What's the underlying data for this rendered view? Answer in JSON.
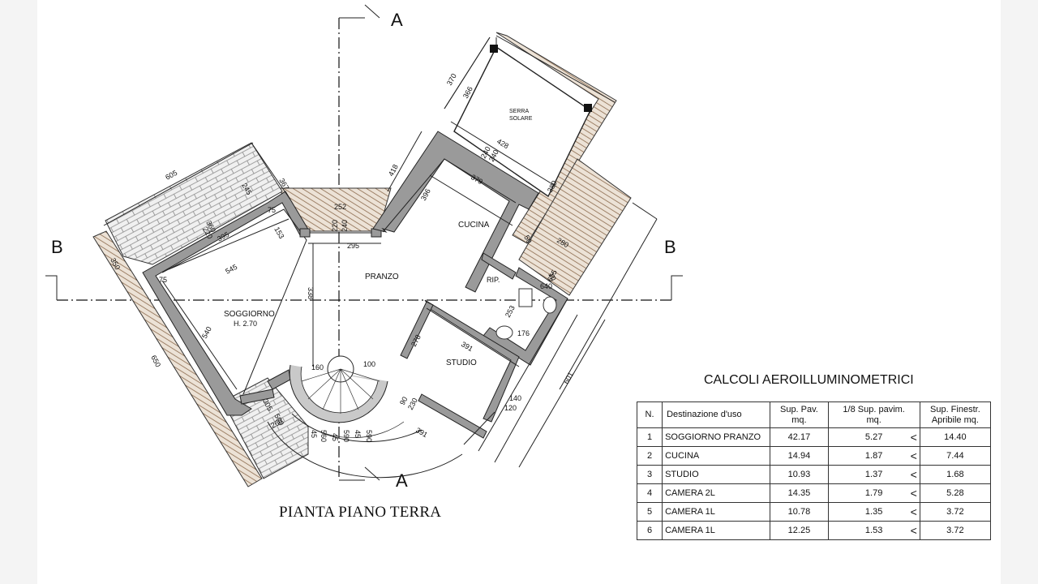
{
  "plan": {
    "title": "PIANTA PIANO TERRA",
    "section_markers": [
      "A",
      "A",
      "B",
      "B"
    ],
    "rooms": [
      {
        "id": "soggiorno",
        "name": "SOGGIORNO",
        "sub": "H. 2.70"
      },
      {
        "id": "pranzo",
        "name": "PRANZO"
      },
      {
        "id": "cucina",
        "name": "CUCINA"
      },
      {
        "id": "studio",
        "name": "STUDIO"
      },
      {
        "id": "rip",
        "name": "RIP."
      },
      {
        "id": "serra",
        "name": "SERRA",
        "sub": "SOLARE"
      }
    ],
    "dimensions": [
      "605",
      "367",
      "252",
      "418",
      "370",
      "366",
      "428",
      "379",
      "240",
      "240",
      "395",
      "220",
      "240",
      "295",
      "75",
      "153",
      "245",
      "75",
      "545",
      "338",
      "540",
      "396",
      "280",
      "253",
      "176",
      "278",
      "391",
      "160",
      "100",
      "601",
      "650",
      "350",
      "260",
      "90",
      "230",
      "380",
      "120",
      "140",
      "391",
      "45",
      "560",
      "45",
      "590",
      "45",
      "590",
      "640",
      "655",
      "500",
      "305",
      "220",
      "360",
      "50",
      "10"
    ]
  },
  "calc": {
    "title": "CALCOLI AEROILLUMINOMETRICI",
    "headers": {
      "n": "N.",
      "dest": "Destinazione d'uso",
      "sup_pav": [
        "Sup. Pav.",
        "mq."
      ],
      "rapporto": [
        "1/8 Sup. pavim.",
        "mq."
      ],
      "sup_fin": [
        "Sup. Finestr.",
        "Apribile mq."
      ]
    },
    "rows": [
      {
        "n": "1",
        "dest": "SOGGIORNO PRANZO",
        "sup": "42.17",
        "ottavo": "5.27",
        "cmp": "<",
        "fin": "14.40"
      },
      {
        "n": "2",
        "dest": "CUCINA",
        "sup": "14.94",
        "ottavo": "1.87",
        "cmp": "<",
        "fin": "7.44"
      },
      {
        "n": "3",
        "dest": "STUDIO",
        "sup": "10.93",
        "ottavo": "1.37",
        "cmp": "<",
        "fin": "1.68"
      },
      {
        "n": "4",
        "dest": "CAMERA 2L",
        "sup": "14.35",
        "ottavo": "1.79",
        "cmp": "<",
        "fin": "5.28"
      },
      {
        "n": "5",
        "dest": "CAMERA 1L",
        "sup": "10.78",
        "ottavo": "1.35",
        "cmp": "<",
        "fin": "3.72"
      },
      {
        "n": "6",
        "dest": "CAMERA 1L",
        "sup": "12.25",
        "ottavo": "1.53",
        "cmp": "<",
        "fin": "3.72"
      }
    ]
  }
}
